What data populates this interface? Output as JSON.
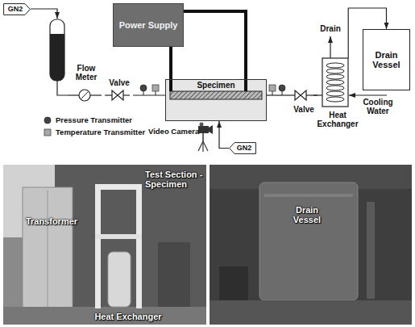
{
  "diagram": {
    "nodes": [
      {
        "text": [
          "GN2"
        ]
      },
      {
        "text": [
          "Flow Meter"
        ]
      },
      {
        "text": [
          "Valve"
        ]
      },
      {
        "text": [
          "Power Supply"
        ]
      },
      {
        "text": [
          "Specimen"
        ]
      },
      {
        "text": [
          "Valve"
        ]
      },
      {
        "text": [
          "Heat Exchanger"
        ]
      },
      {
        "text": [
          "Drain Vessel"
        ]
      },
      {
        "text": [
          "GN2"
        ]
      }
    ],
    "edges": [
      {
        "from": 1,
        "to": 2,
        "arrow": "none"
      },
      {
        "from": 2,
        "to": 4,
        "arrow": "none"
      },
      {
        "from": 3,
        "to": 4,
        "arrow": "none"
      },
      {
        "from": 3,
        "to": 4,
        "arrow": "none"
      },
      {
        "from": 4,
        "to": 5,
        "arrow": "none"
      },
      {
        "from": 5,
        "to": 6,
        "arrow": "none"
      },
      {
        "from": 6,
        "to": 7,
        "arrow": "to"
      },
      {
        "from": 8,
        "to": 4,
        "arrow": "to"
      }
    ],
    "labels": [
      "Drain",
      "Cooling Water",
      "Video Camera",
      "Transformer",
      "Test Section - Specimen",
      "Heat Exchanger",
      "Drain Vessel"
    ],
    "legend": [
      {
        "text": "Pressure Transmitter"
      },
      {
        "text": "Temperature Transmitter"
      }
    ]
  }
}
